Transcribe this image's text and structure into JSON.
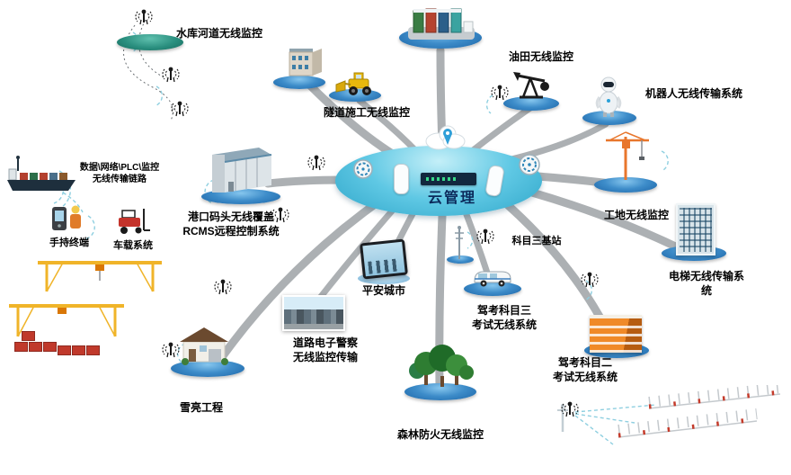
{
  "colors": {
    "center_fill": "#5fc8e4",
    "platform_blue": "#2d7fc0",
    "platform_green": "#2a8f7f",
    "connector_gray": "#a5a9ad",
    "label_color": "#000000",
    "accent_orange": "#f08a28"
  },
  "center": {
    "label": "云管理"
  },
  "nodes": {
    "reservoir": {
      "label": "水库河道无线监控"
    },
    "tunnel": {
      "label": "隧道施工无线监控"
    },
    "oilfield": {
      "label": "油田无线监控"
    },
    "robot": {
      "label": "机器人无线传输系统"
    },
    "site": {
      "label": "工地无线监控"
    },
    "elevator": {
      "label": "电梯无线传输系统"
    },
    "subject3_base": {
      "label": "科目三基站"
    },
    "subject3": {
      "label": "驾考科目三\n考试无线系统"
    },
    "subject2": {
      "label": "驾考科目二\n考试无线系统"
    },
    "forest": {
      "label": "森林防火无线监控"
    },
    "safecity": {
      "label": "平安城市"
    },
    "police": {
      "label": "道路电子警察\n无线监控传输"
    },
    "sharp_eyes": {
      "label": "雪亮工程"
    },
    "port": {
      "label": "港口码头无线覆盖\nRCMS远程控制系统"
    },
    "plc": {
      "label": "数据\\网络\\PLC\\监控\n无线传输链路"
    },
    "handheld": {
      "label": "手持终端"
    },
    "vehicle": {
      "label": "车载系统"
    }
  }
}
